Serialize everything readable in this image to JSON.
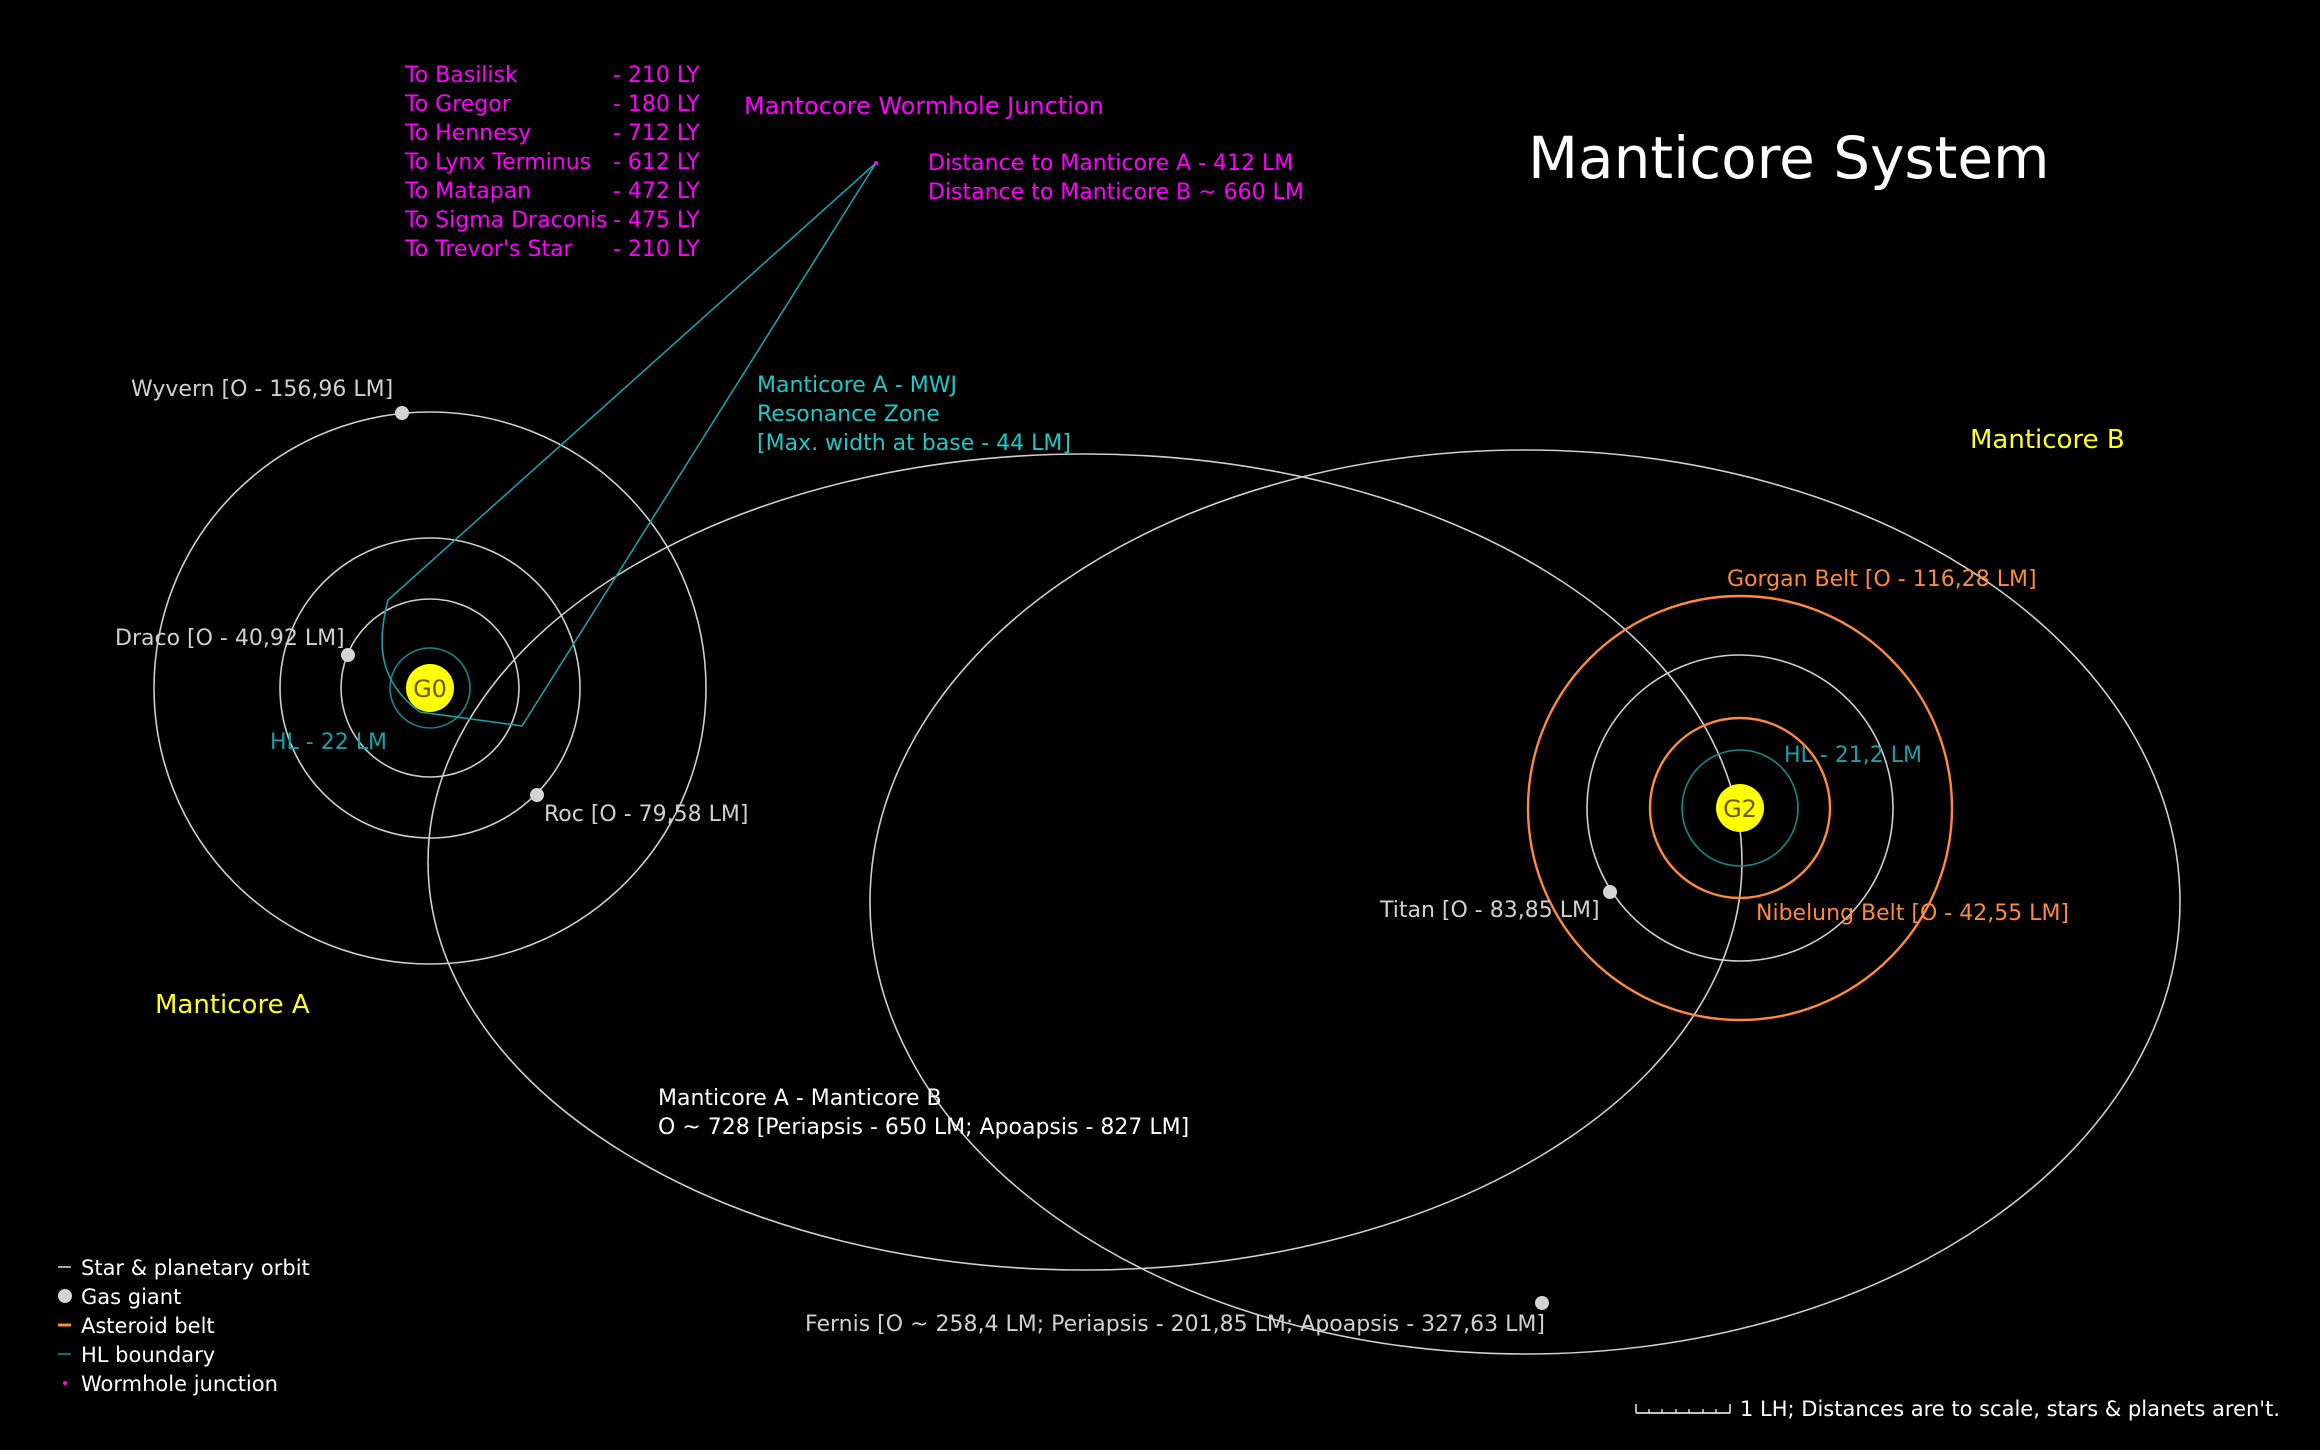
{
  "title": "Manticore System",
  "wormhole": {
    "name": "Mantocore Wormhole Junction",
    "routes": [
      {
        "name": "To Basilisk",
        "dist": "- 210 LY"
      },
      {
        "name": "To Gregor",
        "dist": "- 180 LY"
      },
      {
        "name": "To Hennesy",
        "dist": "- 712 LY"
      },
      {
        "name": "To Lynx Terminus",
        "dist": "- 612 LY"
      },
      {
        "name": "To Matapan",
        "dist": "- 472 LY"
      },
      {
        "name": "To Sigma Draconis",
        "dist": "- 475 LY"
      },
      {
        "name": "To Trevor's Star",
        "dist": "- 210 LY"
      }
    ],
    "distance_a": "Distance to Manticore A - 412 LM",
    "distance_b": "Distance to Manticore B ~ 660 LM"
  },
  "resonance_zone": {
    "line1": "Manticore A - MWJ",
    "line2": "Resonance Zone",
    "line3": "[Max. width at base - 44 LM]"
  },
  "manticore_a": {
    "name": "Manticore A",
    "star_class": "G0",
    "hl_label": "HL - 22 LM",
    "planets": {
      "wyvern": "Wyvern [O - 156,96 LM]",
      "draco": "Draco [O - 40,92 LM]",
      "roc": "Roc [O - 79,58 LM]"
    }
  },
  "manticore_b": {
    "name": "Manticore B",
    "star_class": "G2",
    "hl_label": "HL - 21,2 LM",
    "gorgan_belt": "Gorgan Belt [O - 116,28 LM]",
    "nibelung_belt": "Nibelung Belt [O - 42,55 LM]",
    "titan": "Titan [O - 83,85 LM]",
    "fernis": "Fernis [O ~ 258,4 LM; Periapsis - 201,85 LM; Apoapsis - 327,63 LM]"
  },
  "binary_orbit": {
    "line1": "Manticore A - Manticore B",
    "line2": "O ~ 728 [Periapsis - 650 LM; Apoapsis - 827 LM]"
  },
  "legend": {
    "orbit": "Star & planetary orbit",
    "gas_giant": "Gas giant",
    "asteroid_belt": "Asteroid belt",
    "hl_boundary": "HL boundary",
    "wormhole_junction": "Wormhole junction"
  },
  "scale_note": "1 LH; Distances are to scale, stars & planets aren't.",
  "colors": {
    "background": "#000000",
    "orbit": "#cfcfcf",
    "star": "#ffff00",
    "asteroid_belt": "#ff8a3c",
    "hl_boundary": "#138a8a",
    "wormhole": "#ff00ff",
    "resonance_zone": "#1aa0a8"
  }
}
